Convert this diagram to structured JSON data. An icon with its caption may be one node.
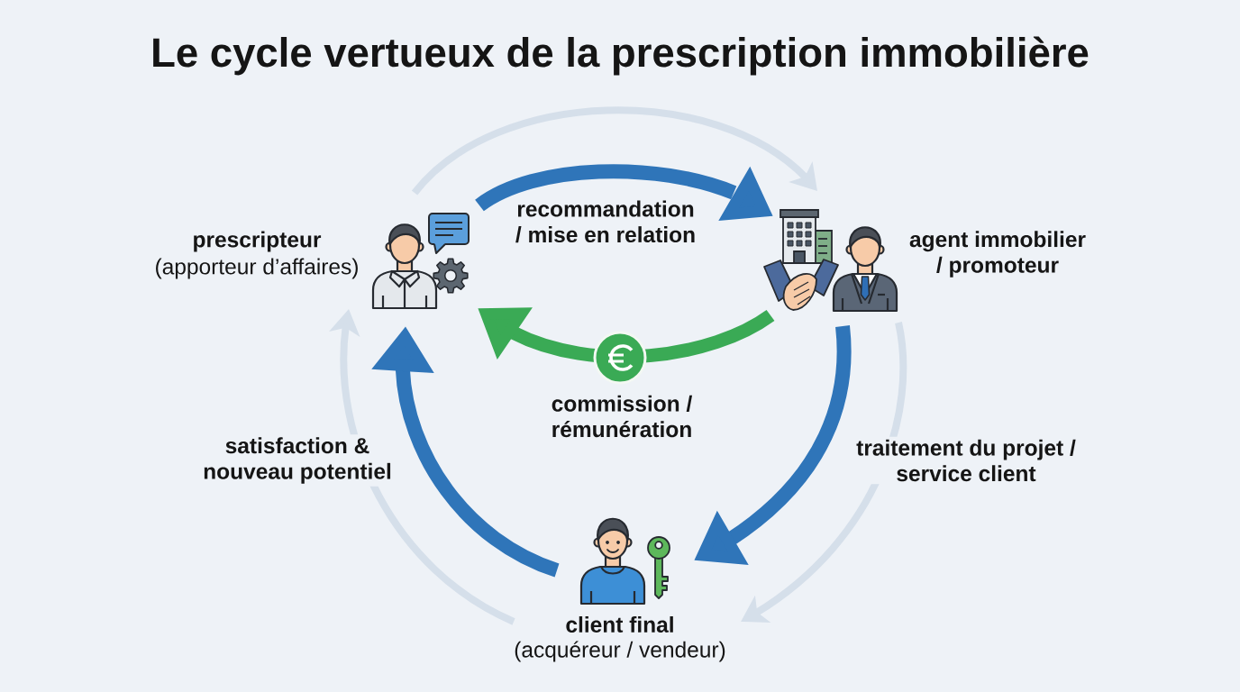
{
  "diagram": {
    "title": "Le cycle vertueux de la prescription immobilière",
    "nodes": [
      {
        "text": [
          "prescripteur",
          "(apporteur d’affaires)"
        ]
      },
      {
        "text": [
          "agent immobilier / promoteur"
        ]
      },
      {
        "text": [
          "client final",
          "(acquéreur / vendeur)"
        ]
      }
    ],
    "edges": [
      {
        "from": 0,
        "to": 1,
        "arrow": "to",
        "label": "recommandation / mise en relation"
      },
      {
        "from": 1,
        "to": 0,
        "arrow": "to",
        "label": "commission / rémunération",
        "color": "#3aaa55"
      },
      {
        "from": 1,
        "to": 2,
        "arrow": "to"
      },
      {
        "from": 2,
        "to": 0,
        "arrow": "to"
      },
      {
        "from": 0,
        "to": 1,
        "arrow": "to",
        "color": "#d5dfea"
      },
      {
        "from": 1,
        "to": 2,
        "arrow": "to",
        "label": "traitement du projet / service client",
        "color": "#d5dfea"
      },
      {
        "from": 2,
        "to": 0,
        "arrow": "to",
        "label": "satisfaction & nouveau potentiel",
        "color": "#d5dfea"
      }
    ]
  }
}
